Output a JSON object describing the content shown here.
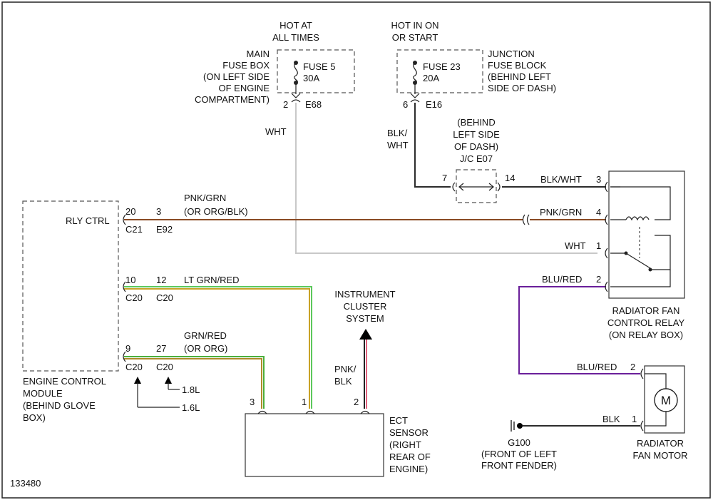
{
  "colors": {
    "blk": "#2b2b2b",
    "wht": "#c8c8c8",
    "pnk_grn": "#8a4a24",
    "blu_red": "#6a1f9a",
    "lt_grn_red_a": "#5cc85c",
    "lt_grn_red_b": "#c9a227",
    "grn_red_a": "#4caf3c",
    "grn_red_b": "#b08a2a",
    "pnk_blk_a": "#e0607c",
    "pnk_blk_b": "#222222"
  },
  "hot_at_all_times": [
    "HOT AT",
    "ALL TIMES"
  ],
  "hot_in_on": [
    "HOT IN ON",
    "OR START"
  ],
  "main_fuse_box": [
    "MAIN",
    "FUSE BOX",
    "(ON LEFT SIDE",
    "OF ENGINE",
    "COMPARTMENT)"
  ],
  "fuse5": [
    "FUSE 5",
    "30A"
  ],
  "fuse23": [
    "FUSE 23",
    "20A"
  ],
  "junction_fuse_block": [
    "JUNCTION",
    "FUSE BLOCK",
    "(BEHIND LEFT",
    "SIDE OF DASH)"
  ],
  "conn_2": "2",
  "conn_e68": "E68",
  "conn_6": "6",
  "conn_e16": "E16",
  "wht_label": "WHT",
  "blk_wht_label": [
    "BLK/",
    "WHT"
  ],
  "jc_e07": [
    "(BEHIND",
    "LEFT SIDE",
    "OF DASH)",
    "J/C E07"
  ],
  "pin_7": "7",
  "pin_14": "14",
  "relay_wire_1": "BLK/WHT",
  "relay_pin_3": "3",
  "relay_wire_2": "PNK/GRN",
  "relay_pin_4": "4",
  "relay_wire_3": "WHT",
  "relay_pin_1": "1",
  "relay_wire_4": "BLU/RED",
  "relay_pin_2": "2",
  "relay_label": [
    "RADIATOR FAN",
    "CONTROL RELAY",
    "(ON RELAY BOX)"
  ],
  "ecm": {
    "rly_ctrl": "RLY CTRL",
    "label": [
      "ENGINE CONTROL",
      "MODULE",
      "(BEHIND GLOVE",
      "BOX)"
    ],
    "pin_20": "20",
    "pin_3": "3",
    "c21": "C21",
    "e92": "E92",
    "pnk_grn": [
      "PNK/GRN",
      "(OR ORG/BLK)"
    ],
    "pin_10": "10",
    "pin_12": "12",
    "lt_grn_red": "LT GRN/RED",
    "c20a": "C20",
    "c20b": "C20",
    "pin_9": "9",
    "pin_27": "27",
    "grn_red": [
      "GRN/RED",
      "(OR ORG)"
    ],
    "c20c": "C20",
    "c20d": "C20",
    "v18": "1.8L",
    "v16": "1.6L"
  },
  "instrument": [
    "INSTRUMENT",
    "CLUSTER",
    "SYSTEM"
  ],
  "pnk_blk": [
    "PNK/",
    "BLK"
  ],
  "ect_pins": [
    "3",
    "1",
    "2"
  ],
  "ect_label": [
    "ECT",
    "SENSOR",
    "(RIGHT",
    "REAR OF",
    "ENGINE)"
  ],
  "motor": {
    "wire_1": "BLU/RED",
    "pin_2": "2",
    "wire_2": "BLK",
    "pin_1": "1",
    "m": "M",
    "label": [
      "RADIATOR",
      "FAN MOTOR"
    ]
  },
  "ground": [
    "G100",
    "(FRONT OF LEFT",
    "FRONT FENDER)"
  ],
  "figure_number": "133480"
}
